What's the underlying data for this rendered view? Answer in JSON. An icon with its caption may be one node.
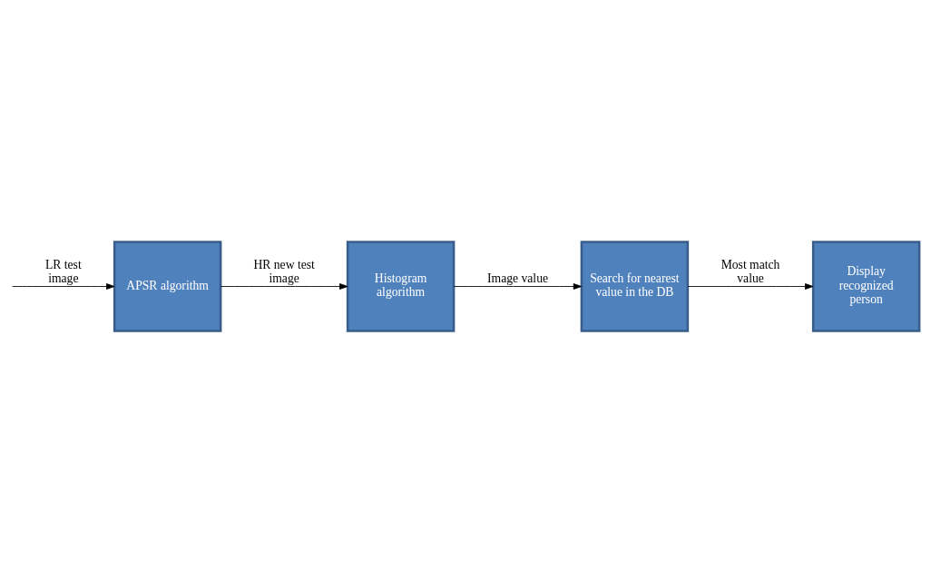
{
  "diagram": {
    "nodes": [
      {
        "text": [
          "APSR algorithm"
        ]
      },
      {
        "text": [
          "Histogram algorithm"
        ]
      },
      {
        "text": [
          "Search for nearest value in the DB"
        ]
      },
      {
        "text": [
          "Display recognized person"
        ]
      }
    ],
    "edges": [
      {
        "from": null,
        "to": 0,
        "arrow": "to",
        "label": "LR test image"
      },
      {
        "from": 0,
        "to": 1,
        "arrow": "to",
        "label": "HR new test image"
      },
      {
        "from": 1,
        "to": 2,
        "arrow": "to",
        "label": "Image value"
      },
      {
        "from": 2,
        "to": 3,
        "arrow": "to",
        "label": "Most match value"
      }
    ]
  }
}
